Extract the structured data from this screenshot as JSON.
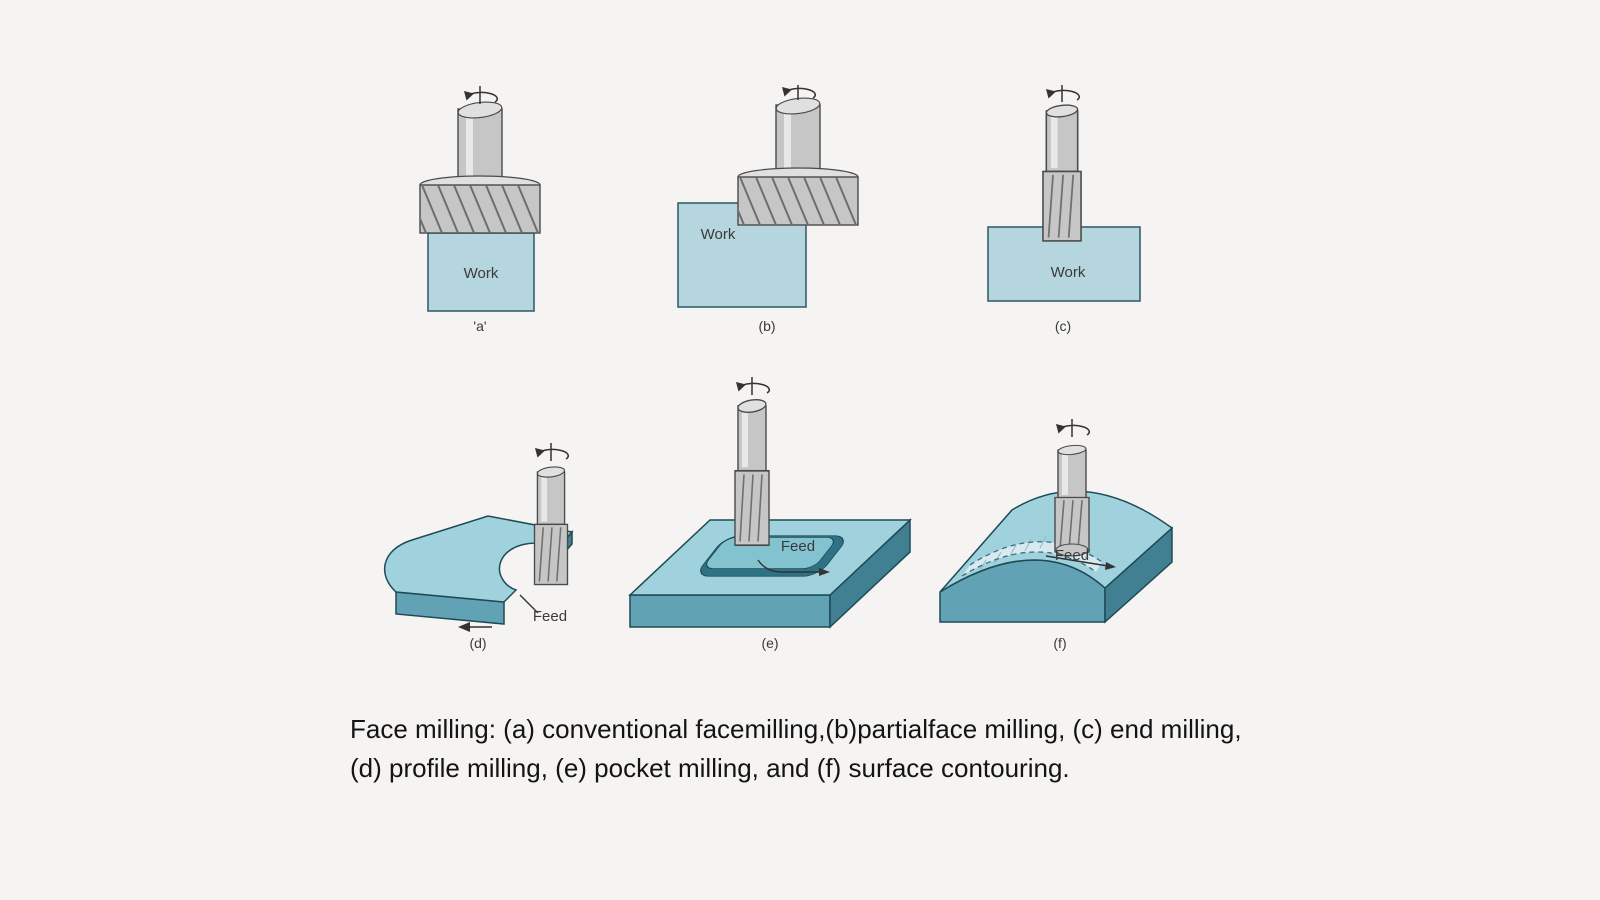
{
  "figure": {
    "caption": "Face milling: (a) conventional facemilling,(b)partialface milling, (c) end milling, (d) profile milling, (e) pocket milling, and (f) surface contouring."
  },
  "colors": {
    "bg": "#f5f4f2",
    "work-fill": "#b5d6de",
    "work-edge": "#35616e",
    "slab-top": "#9fd2dc",
    "slab-front": "#61a3b4",
    "slab-side": "#417f92",
    "pocket-wall": "#2e7285",
    "pocket-floor": "#83c2cf",
    "metal": "#c6c6c6",
    "ink": "#2b2b2b"
  },
  "panels": {
    "a": {
      "label": "'a'",
      "work": "Work"
    },
    "b": {
      "label": "(b)",
      "work": "Work"
    },
    "c": {
      "label": "(c)",
      "work": "Work"
    },
    "d": {
      "label": "(d)",
      "feed": "Feed"
    },
    "e": {
      "label": "(e)",
      "feed": "Feed"
    },
    "f": {
      "label": "(f)",
      "feed": "Feed"
    }
  }
}
